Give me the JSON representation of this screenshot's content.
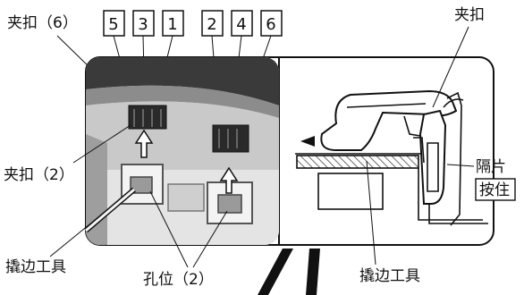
{
  "labels": {
    "clip_top": "夹扣（6）",
    "clip_mid": "夹扣（2）",
    "pry_tool_left": "撬边工具",
    "holes": "孔位（2）",
    "clip_right": "夹扣",
    "spacer": "隔片",
    "press": "按住",
    "pry_tool_right": "撬边工具"
  },
  "clip_numbers": [
    "5",
    "3",
    "1",
    "2",
    "4",
    "6"
  ]
}
